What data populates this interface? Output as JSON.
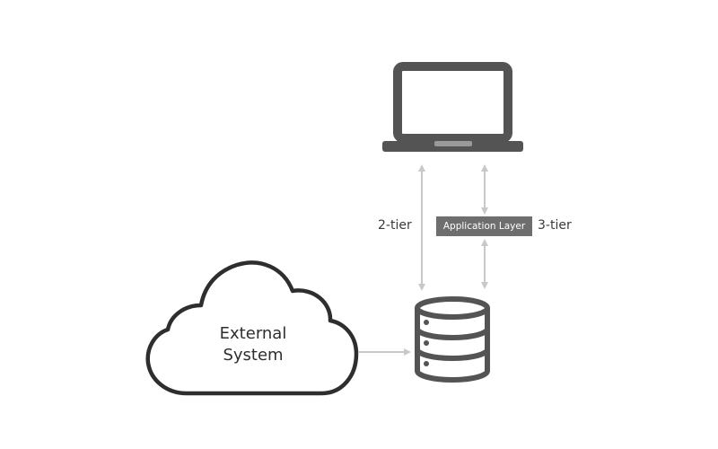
{
  "labels": {
    "two_tier": "2-tier",
    "three_tier": "3-tier",
    "application_layer": "Application Layer"
  },
  "external_system": {
    "line1": "External",
    "line2": "System"
  },
  "colors": {
    "icon": "#545454",
    "arrow": "#c8c8c8",
    "app_layer_bg": "#6e6e6e",
    "cloud_stroke": "#2e2e2e"
  },
  "icons": [
    "laptop-icon",
    "database-icon",
    "cloud-icon"
  ]
}
